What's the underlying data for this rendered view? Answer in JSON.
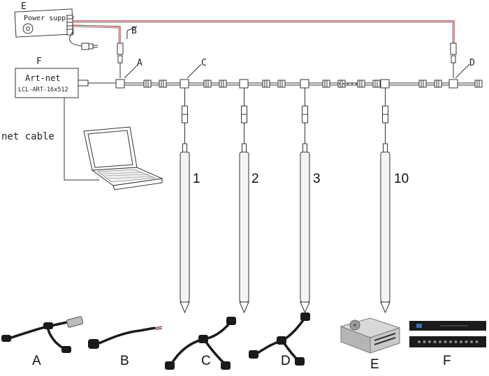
{
  "labels": {
    "E": "E",
    "power_supply": "Power supply",
    "B": "B",
    "A": "A",
    "C": "C",
    "D": "D",
    "F": "F",
    "artnet_title": "Art-net",
    "artnet_model": "LCL-ART-16x512",
    "net_cable": "net cable",
    "tube_1": "1",
    "tube_2": "2",
    "tube_3": "3",
    "tube_10": "10"
  },
  "bottom_labels": {
    "A": "A",
    "B": "B",
    "C": "C",
    "D": "D",
    "E": "E",
    "F": "F"
  },
  "colors": {
    "line": "#333333",
    "power_cable": "#c0393b",
    "tube_fill": "#f4f4f4",
    "cable_black": "#1a1a1a",
    "psu_silver": "#c8c8c8"
  }
}
